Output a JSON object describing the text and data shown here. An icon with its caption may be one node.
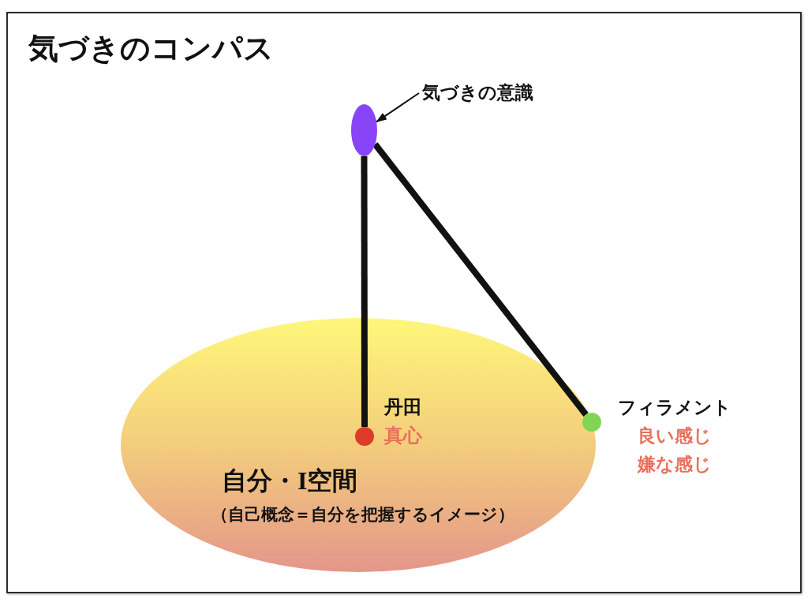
{
  "diagram": {
    "title": "気づきのコンパス",
    "nodes": [
      {
        "text": [
          "気づきの意識"
        ]
      },
      {
        "text": [],
        "shape": "ellipse"
      },
      {
        "text": [
          "自分・I空間",
          "（自己概念＝自分を把握するイメージ）"
        ]
      },
      {
        "text": [],
        "shape": "circle",
        "in": 2,
        "beside": [
          "丹田",
          "真心"
        ]
      },
      {
        "text": [],
        "shape": "circle",
        "beside": [
          "フィラメント",
          "良い感じ",
          "嫌な感じ"
        ]
      }
    ],
    "edges": [
      {
        "from": 0,
        "to": 1,
        "arrow": "to"
      },
      {
        "from": 1,
        "to": 3,
        "arrow": "none"
      },
      {
        "from": 1,
        "to": 4,
        "arrow": "none"
      }
    ]
  }
}
